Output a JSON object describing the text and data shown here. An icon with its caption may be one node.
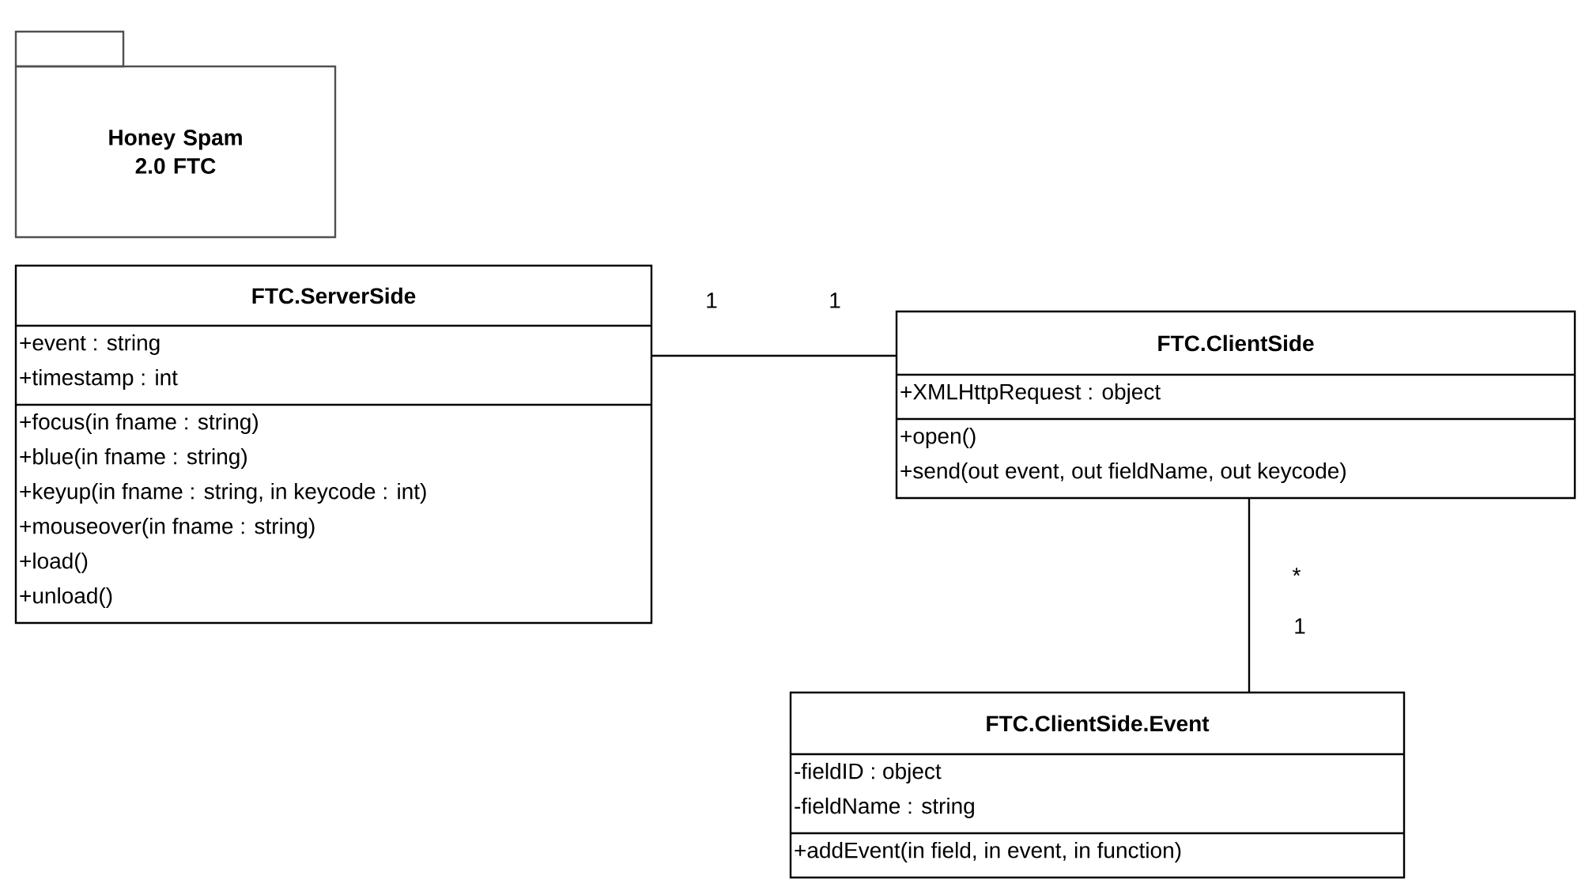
{
  "diagram": {
    "nodes": [
      {
        "text": [
          "Honey Spam 2.0 FTC"
        ]
      },
      {
        "text": [
          "FTC.ServerSide",
          "+event : string",
          "+timestamp : int",
          "+focus(in fname : string)",
          "+blue(in fname : string)",
          "+keyup(in fname : string, in keycode : int)",
          "+mouseover(in fname : string)",
          "+load()",
          "+unload()"
        ]
      },
      {
        "text": [
          "FTC.ClientSide",
          "+XMLHttpRequest : object",
          "+open()",
          "+send(out event, out fieldName, out keycode)"
        ]
      },
      {
        "text": [
          "FTC.ClientSide.Event",
          "-fieldID : object",
          "-fieldName : string",
          "+addEvent(in field, in event, in function)"
        ]
      }
    ],
    "edges": [
      {
        "from": 1,
        "to": 2,
        "arrow": "none"
      },
      {
        "from": 2,
        "to": 3,
        "arrow": "none"
      }
    ],
    "labels": [
      "1",
      "1",
      "*",
      "1"
    ]
  }
}
